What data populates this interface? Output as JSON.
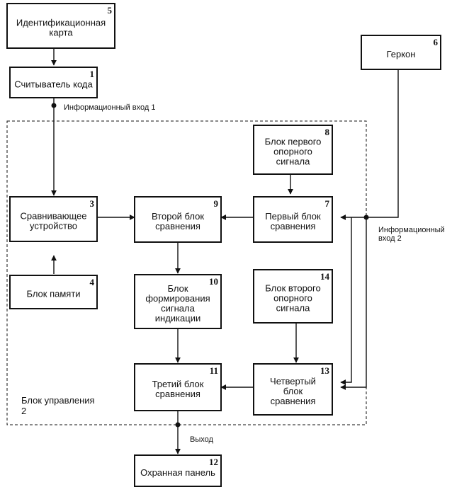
{
  "blocks": {
    "b1": {
      "num": "1",
      "lines": [
        "Считыватель кода"
      ]
    },
    "b3": {
      "num": "3",
      "lines": [
        "Сравнивающее",
        "устройство"
      ]
    },
    "b4": {
      "num": "4",
      "lines": [
        "Блок памяти"
      ]
    },
    "b5": {
      "num": "5",
      "lines": [
        "Идентификационная",
        "карта"
      ]
    },
    "b6": {
      "num": "6",
      "lines": [
        "Геркон"
      ]
    },
    "b7": {
      "num": "7",
      "lines": [
        "Первый блок",
        "сравнения"
      ]
    },
    "b8": {
      "num": "8",
      "lines": [
        "Блок первого",
        "опорного",
        "сигнала"
      ]
    },
    "b9": {
      "num": "9",
      "lines": [
        "Второй блок",
        "сравнения"
      ]
    },
    "b10": {
      "num": "10",
      "lines": [
        "Блок",
        "формирования",
        "сигнала",
        "индикации"
      ]
    },
    "b11": {
      "num": "11",
      "lines": [
        "Третий блок",
        "сравнения"
      ]
    },
    "b12": {
      "num": "12",
      "lines": [
        "Охранная панель"
      ]
    },
    "b13": {
      "num": "13",
      "lines": [
        "Четвертый",
        "блок",
        "сравнения"
      ]
    },
    "b14": {
      "num": "14",
      "lines": [
        "Блок второго",
        "опорного",
        "сигнала"
      ]
    }
  },
  "labels": {
    "input1": "Информационный вход 1",
    "input2_line1": "Информационный",
    "input2_line2": "вход 2",
    "output": "Выход",
    "control_line1": "Блок управления",
    "control_line2": "2"
  }
}
